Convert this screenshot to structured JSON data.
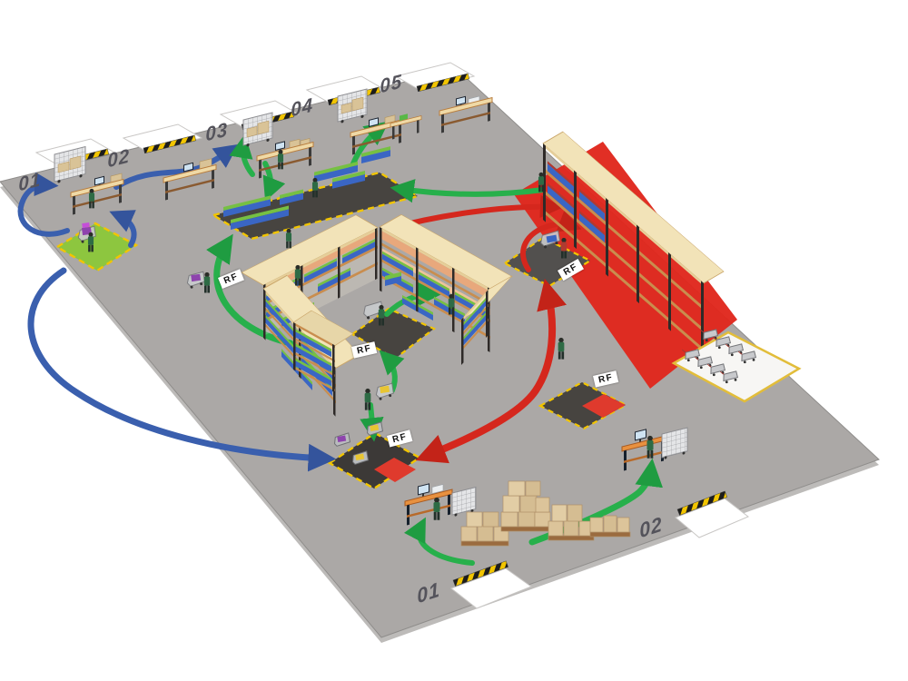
{
  "scene": {
    "description": "Isometric warehouse order-fulfilment flow diagram",
    "rf_tag": "RF",
    "docks_top": [
      "01",
      "02",
      "03",
      "04",
      "05"
    ],
    "docks_bottom": [
      "01",
      "02"
    ],
    "flows": [
      {
        "name": "inbound-returns-flow",
        "color": "#3a5fae"
      },
      {
        "name": "pick-replenish-flow",
        "color": "#27b04b"
      },
      {
        "name": "full-case-flow",
        "color": "#d5271d"
      }
    ],
    "colors": {
      "floor": "#aba8a6",
      "floor_edge": "#bdbbb9",
      "red_zone": "#e0261c",
      "green_mat": "#8dc63f",
      "dark_mat": "#474440",
      "packing_mat": "#3c3937",
      "mat_red_square": "#df3a2d",
      "mat_border": "#f2c500",
      "cart_mat": "#f7f6f4",
      "cart_mat_border": "#e2bd3a",
      "arrow_green": "#27b04b",
      "arrow_blue": "#3a5fae",
      "arrow_red": "#d5271d",
      "tote_blue": "#3a66c4",
      "tote_lid_green": "#76c043",
      "tote_purple": "#8e44ad",
      "tote_yellow": "#e8c532",
      "shelf_wood": "#c98d4e",
      "shelf_top": "#f2e3b8",
      "shelf_salmon": "#e8a87c",
      "dock_plate": "#ffffff",
      "hazard_yellow": "#f2c500",
      "worker_green": "#2e6b45",
      "pallet_box": "#dcc49a"
    }
  }
}
